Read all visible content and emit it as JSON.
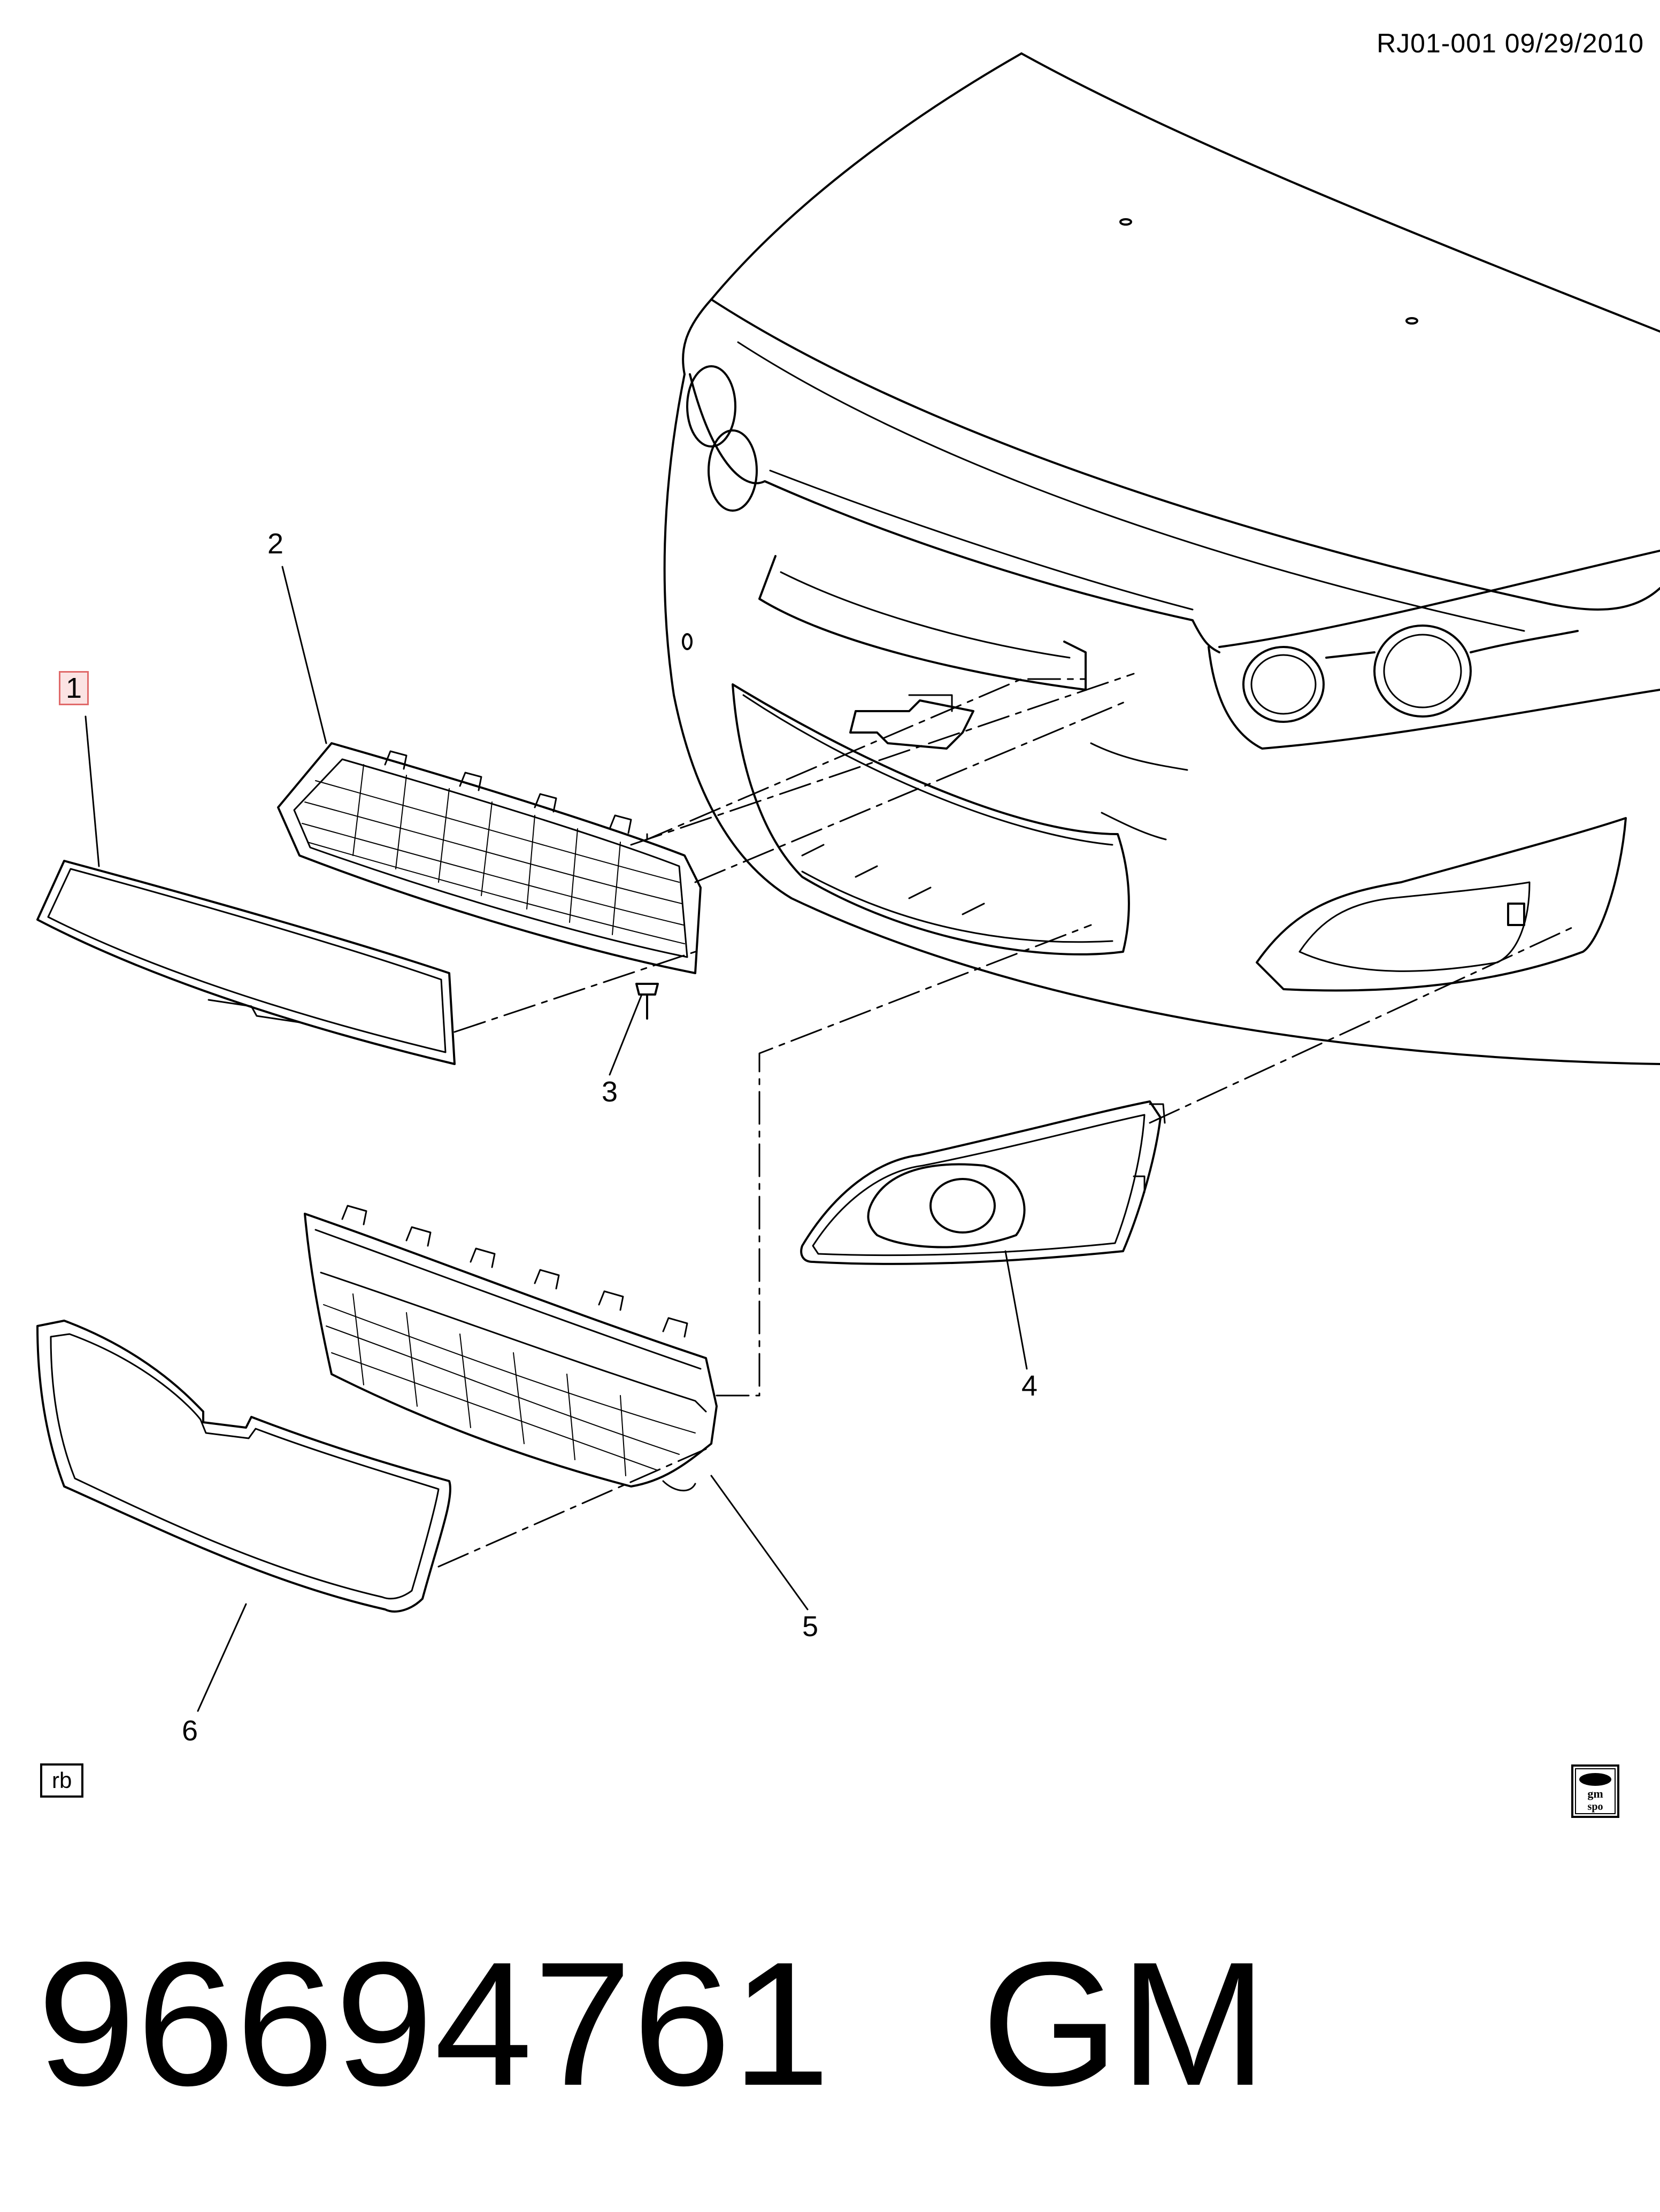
{
  "header": {
    "doc_id": "RJ01-001  09/29/2010"
  },
  "callouts": [
    {
      "id": "1",
      "label": "1",
      "highlighted": true
    },
    {
      "id": "2",
      "label": "2"
    },
    {
      "id": "3",
      "label": "3"
    },
    {
      "id": "4",
      "label": "4"
    },
    {
      "id": "5",
      "label": "5"
    },
    {
      "id": "6",
      "label": "6"
    }
  ],
  "footer": {
    "badge": "rb",
    "logo_text_1": "gm",
    "logo_text_2": "spo",
    "part_number": "96694761",
    "brand": "GM"
  },
  "colors": {
    "line": "#000000",
    "highlight_fill": "#fbe3e3",
    "highlight_border": "#e06a6a"
  }
}
